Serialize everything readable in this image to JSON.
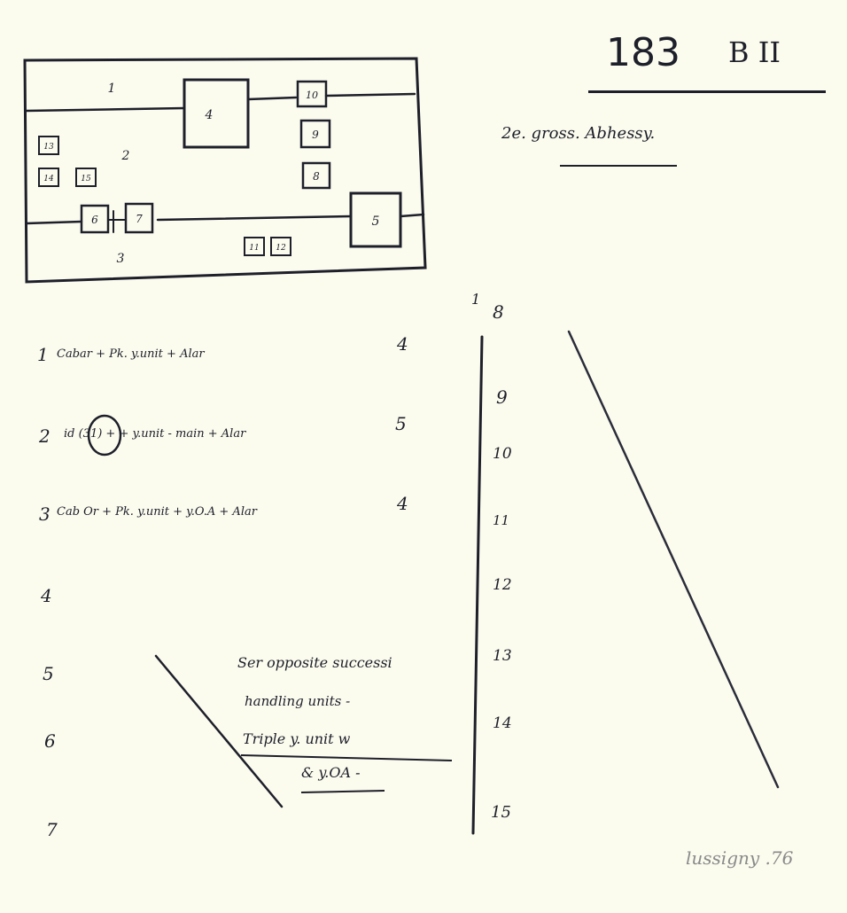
{
  "header": {
    "sheet_number": "183",
    "sheet_code": "B II",
    "subtitle": "2e. gross. Abhessy."
  },
  "sketch": {
    "zone_labels": [
      "1",
      "2",
      "3"
    ],
    "boxes": [
      "4",
      "5",
      "6",
      "7",
      "8",
      "9",
      "10",
      "11",
      "12",
      "13",
      "14",
      "15"
    ]
  },
  "left_list": [
    {
      "n": "1",
      "text": "Cabar + Pk. y.unit + Alar",
      "count": "4"
    },
    {
      "n": "2",
      "text": "id (31) + + y.unit - main + Alar",
      "count": "5"
    },
    {
      "n": "3",
      "text": "Cab Or + Pk. y.unit + y.O.A + Alar",
      "count": "4"
    },
    {
      "n": "4",
      "text": "",
      "count": ""
    },
    {
      "n": "5",
      "text": "",
      "count": ""
    },
    {
      "n": "6",
      "text": "",
      "count": ""
    },
    {
      "n": "7",
      "text": "",
      "count": ""
    }
  ],
  "note_lines": [
    "Ser opposite successi",
    "handling units -",
    "Triple y. unit w",
    "& y.OA -"
  ],
  "right_numbers": [
    "8",
    "9",
    "10",
    "11",
    "12",
    "13",
    "14",
    "15"
  ],
  "column_marker": "1",
  "signature": "lussigny .76",
  "ink_color": "#1d1f2a",
  "paper_color": "#fbfbee"
}
